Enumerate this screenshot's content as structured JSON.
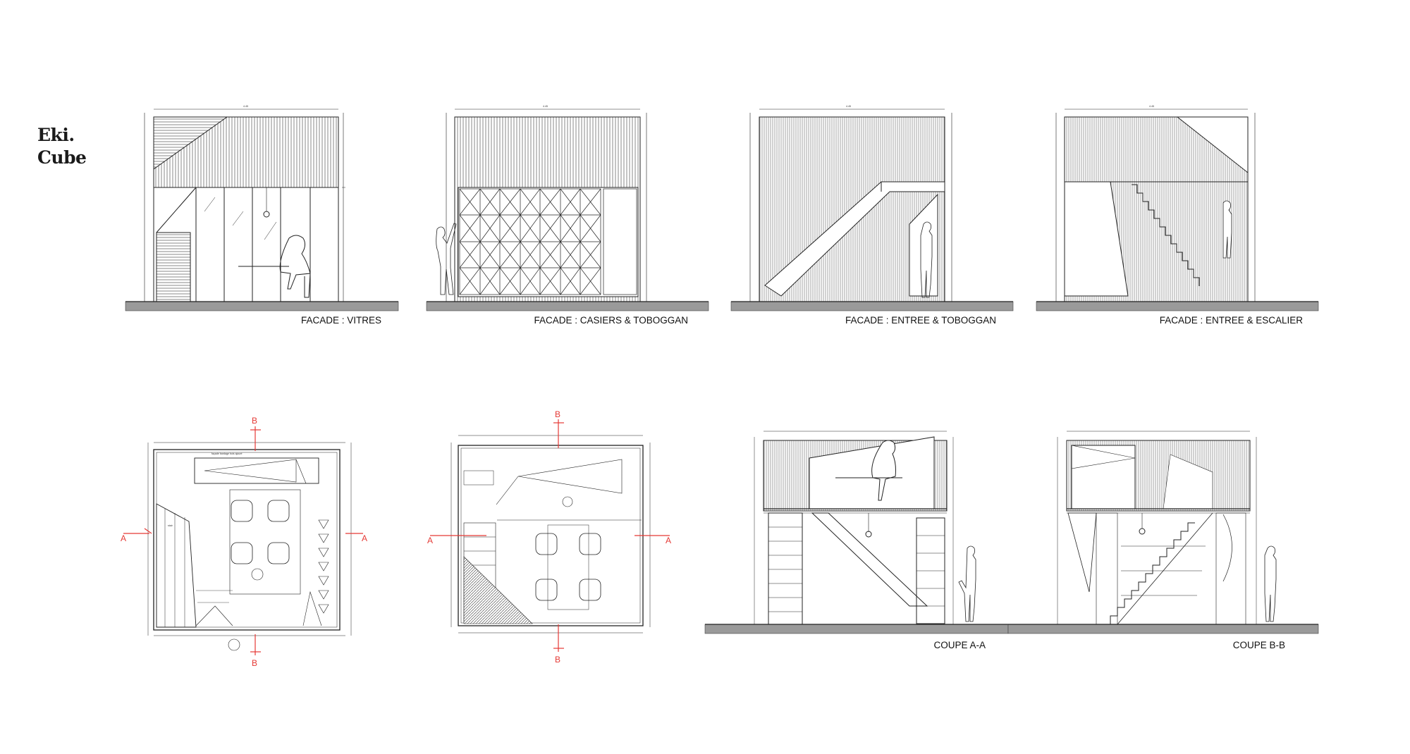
{
  "brand": {
    "line1": "Eki.",
    "line2": "Cube"
  },
  "elevations": [
    {
      "caption": "FACADE : VITRES"
    },
    {
      "caption": "FACADE : CASIERS & TOBOGGAN"
    },
    {
      "caption": "FACADE : ENTREE & TOBOGGAN"
    },
    {
      "caption": "FACADE : ENTREE & ESCALIER"
    }
  ],
  "sections": [
    {
      "caption": "COUPE A-A"
    },
    {
      "caption": "COUPE B-B"
    }
  ],
  "plans": [
    {
      "cut_markers": [
        "A",
        "A",
        "B",
        "B"
      ]
    },
    {
      "cut_markers": [
        "A",
        "A",
        "B",
        "B"
      ]
    }
  ],
  "colors": {
    "line": "#222222",
    "ground": "#9a9a9a",
    "section_cut": "#e53935"
  }
}
